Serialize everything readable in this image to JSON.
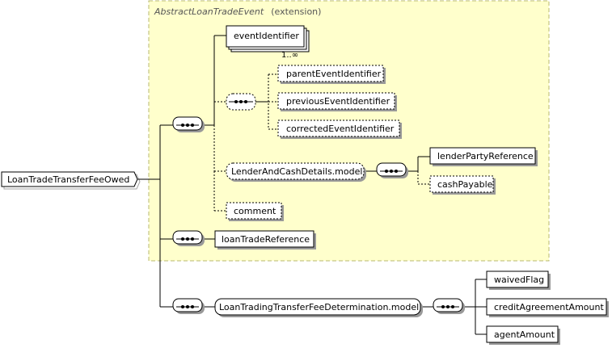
{
  "extension": {
    "type_name": "AbstractLoanTradeEvent",
    "suffix": "(extension)"
  },
  "root": {
    "label": "LoanTradeTransferFeeOwed"
  },
  "elements": {
    "event_identifier": "eventIdentifier",
    "event_identifier_cardinality": "1..∞",
    "parent_event_identifier": "parentEventIdentifier",
    "previous_event_identifier": "previousEventIdentifier",
    "corrected_event_identifier": "correctedEventIdentifier",
    "lender_and_cash_details_model": "LenderAndCashDetails.model",
    "lender_party_reference": "lenderPartyReference",
    "cash_payable": "cashPayable",
    "comment": "comment",
    "loan_trade_reference": "loanTradeReference",
    "loan_trading_transfer_fee_determination_model": "LoanTradingTransferFeeDetermination.model",
    "waived_flag": "waivedFlag",
    "credit_agreement_amount": "creditAgreementAmount",
    "agent_amount": "agentAmount"
  },
  "colors": {
    "extension_fill": "#ffffcc",
    "extension_border": "#c8c87a",
    "box_stroke": "#000000",
    "shadow": "#999999"
  }
}
